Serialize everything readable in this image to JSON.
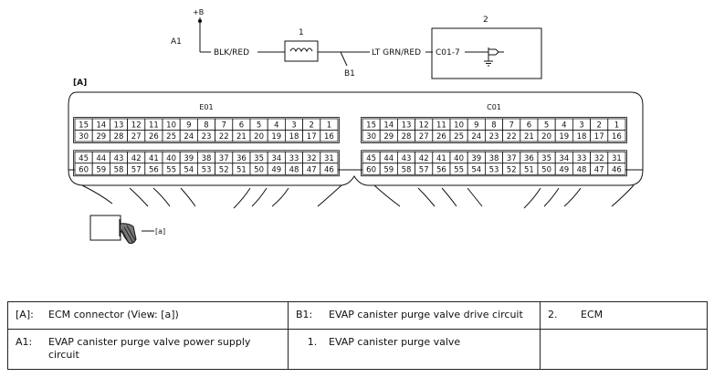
{
  "diagram": {
    "supply": "+B",
    "labels": {
      "a1": "A1",
      "b1": "B1",
      "one": "1",
      "two": "2",
      "view_a": "[A]",
      "view_small_a": "[a]"
    },
    "wires": {
      "left": "BLK/RED",
      "right": "LT GRN/RED"
    },
    "pin_ref": "C01-7",
    "connectors": [
      {
        "name": "E01",
        "rows": [
          [
            "15",
            "14",
            "13",
            "12",
            "11",
            "10",
            "9",
            "8",
            "7",
            "6",
            "5",
            "4",
            "3",
            "2",
            "1"
          ],
          [
            "30",
            "29",
            "28",
            "27",
            "26",
            "25",
            "24",
            "23",
            "22",
            "21",
            "20",
            "19",
            "18",
            "17",
            "16"
          ],
          [
            "45",
            "44",
            "43",
            "42",
            "41",
            "40",
            "39",
            "38",
            "37",
            "36",
            "35",
            "34",
            "33",
            "32",
            "31"
          ],
          [
            "60",
            "59",
            "58",
            "57",
            "56",
            "55",
            "54",
            "53",
            "52",
            "51",
            "50",
            "49",
            "48",
            "47",
            "46"
          ]
        ]
      },
      {
        "name": "C01",
        "rows": [
          [
            "15",
            "14",
            "13",
            "12",
            "11",
            "10",
            "9",
            "8",
            "7",
            "6",
            "5",
            "4",
            "3",
            "2",
            "1"
          ],
          [
            "30",
            "29",
            "28",
            "27",
            "26",
            "25",
            "24",
            "23",
            "22",
            "21",
            "20",
            "19",
            "18",
            "17",
            "16"
          ],
          [
            "45",
            "44",
            "43",
            "42",
            "41",
            "40",
            "39",
            "38",
            "37",
            "36",
            "35",
            "34",
            "33",
            "32",
            "31"
          ],
          [
            "60",
            "59",
            "58",
            "57",
            "56",
            "55",
            "54",
            "53",
            "52",
            "51",
            "50",
            "49",
            "48",
            "47",
            "46"
          ]
        ]
      }
    ]
  },
  "legend": {
    "a_key": "[A]:",
    "a_val": "ECM connector (View: [a])",
    "b1_key": "B1:",
    "b1_val": "EVAP canister purge valve drive circuit",
    "two_key": "2.",
    "two_val": "ECM",
    "a1_key": "A1:",
    "a1_val": "EVAP canister purge valve power supply circuit",
    "one_key": "1.",
    "one_val": "EVAP canister purge valve"
  }
}
